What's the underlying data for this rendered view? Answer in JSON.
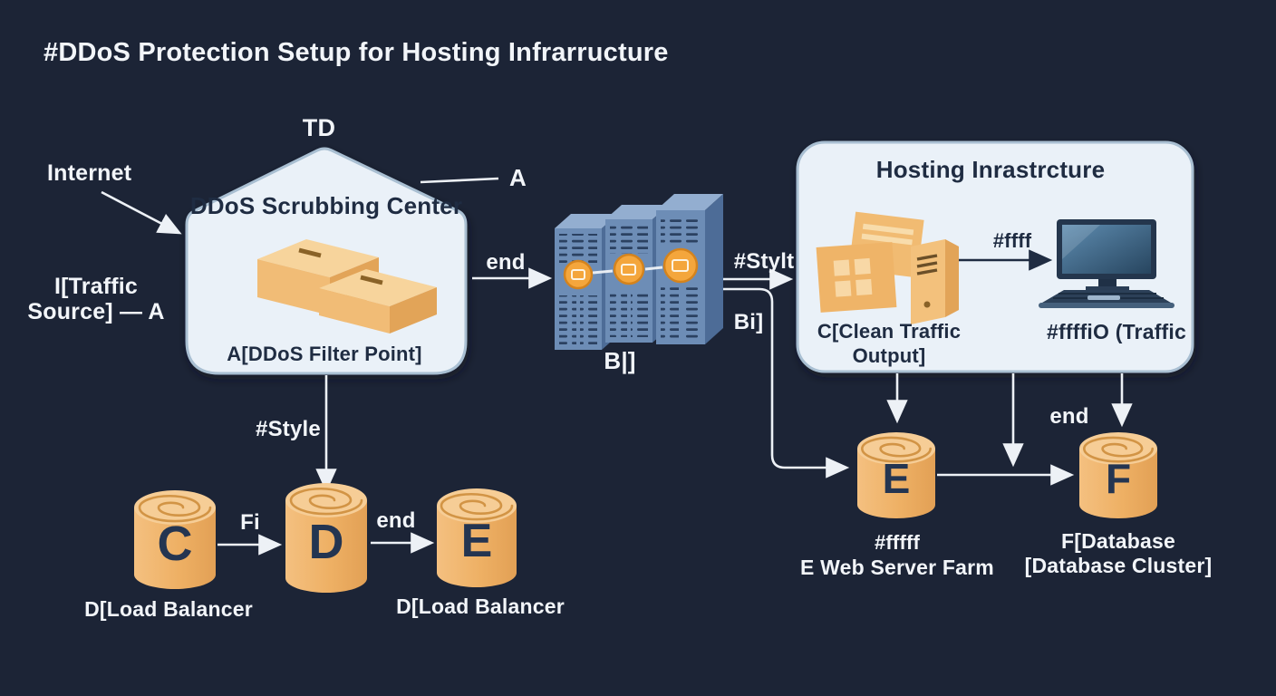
{
  "title": "#DDoS Protection Setup for Hosting Infrarructure",
  "colors": {
    "background": "#1c2436",
    "node_fill": "#eaf1f8",
    "node_border": "#a9bfd2",
    "text_light": "#f2f5f9",
    "text_dark": "#1f2c42",
    "cylinder_orange": "#efb266",
    "server_blue": "#6d8db6",
    "icon_orange": "#f4a63c"
  },
  "flow_labels": {
    "direction": "TD",
    "internet": "Internet",
    "traffic_source_line1": "I[Traffic",
    "traffic_source_line2": "Source] — A",
    "a_ref": "A",
    "scrub_to_servers": "end",
    "servers_to_hosting": "#Stylt",
    "servers_to_web": "Bi]",
    "filter_to_d": "#Style",
    "c_to_d": "Fi",
    "d_to_e": "end",
    "hosting_to_db": "end",
    "clean_to_traffic": "#ffff"
  },
  "nodes": {
    "scrubbing": {
      "title": "DDoS Scrubbing Center",
      "caption": "A[DDoS Filter Point]"
    },
    "servers": {
      "caption": "B|]"
    },
    "hosting": {
      "title": "Hosting Inrastrcture",
      "clean_line1": "C[Clean Traffic",
      "clean_line2": "Output]",
      "traffic_caption": "#ffffiO (Traffic"
    },
    "cyl_c": {
      "letter": "C",
      "caption": "D[Load Balancer"
    },
    "cyl_d": {
      "letter": "D"
    },
    "cyl_e_small": {
      "letter": "E",
      "caption": "D[Load Balancer"
    },
    "cyl_web": {
      "letter": "E",
      "caption_line1": "#fffff",
      "caption_line2": "E Web Server Farm"
    },
    "cyl_db": {
      "letter": "F",
      "caption_line1": "F[Database",
      "caption_line2": "[Database Cluster]"
    }
  }
}
